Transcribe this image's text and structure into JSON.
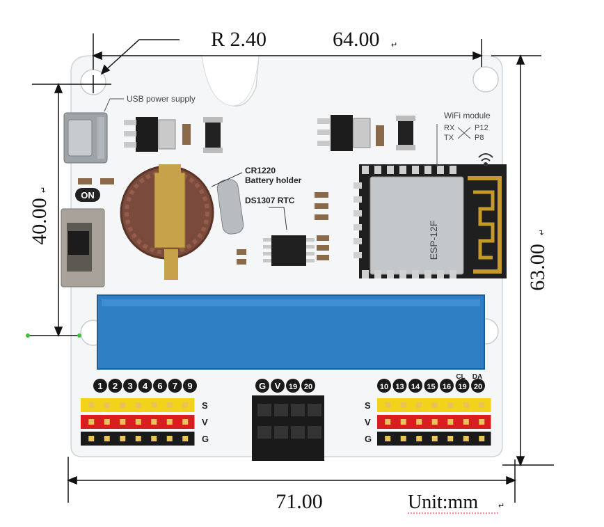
{
  "dimensions": {
    "radius": "R 2.40",
    "hole_spacing": "64.00",
    "vertical_holes": "40.00",
    "board_height": "63.00",
    "board_width": "71.00",
    "unit": "Unit:mm",
    "return_mark": "↵"
  },
  "silkscreen": {
    "usb": "USB power supply",
    "on": "ON",
    "battery_line1": "CR1220",
    "battery_line2": "Battery holder",
    "rtc": "DS1307 RTC",
    "wifi_title": "WiFi module",
    "wifi_rx": "RX",
    "wifi_tx": "TX",
    "wifi_p12": "P12",
    "wifi_p8": "P8",
    "esp_name": "ESP-12F",
    "cl": "CL",
    "da": "DA"
  },
  "pins": {
    "left": [
      "1",
      "2",
      "3",
      "4",
      "6",
      "7",
      "9"
    ],
    "middle": [
      "G",
      "V",
      "19",
      "20"
    ],
    "right": [
      "10",
      "13",
      "14",
      "15",
      "16",
      "19",
      "20"
    ],
    "rows": [
      "S",
      "V",
      "G"
    ]
  },
  "colors": {
    "board": "#f4f6f7",
    "connector": "#2f7fc4",
    "header_yellow": "#f2d21b",
    "header_red": "#d81e1e",
    "header_black": "#1a1a1a"
  }
}
